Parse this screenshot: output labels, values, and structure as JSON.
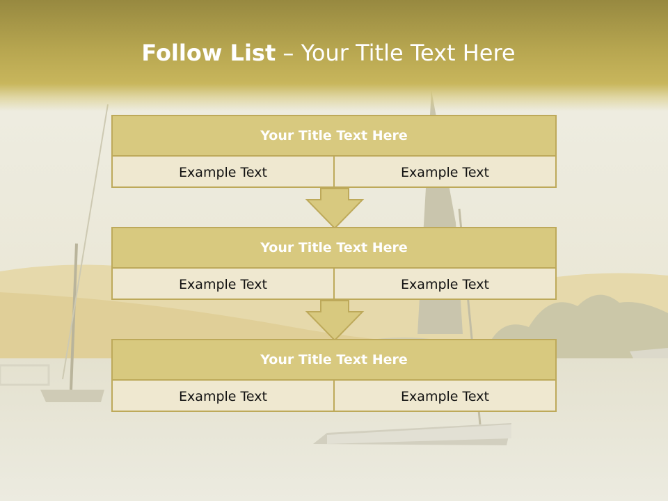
{
  "slide": {
    "title_bold": "Follow List",
    "title_rest": " – Your Title Text Here"
  },
  "steps": [
    {
      "title": "Your Title Text Here",
      "left": "Example Text",
      "right": "Example Text"
    },
    {
      "title": "Your Title Text Here",
      "left": "Example Text",
      "right": "Example Text"
    },
    {
      "title": "Your Title Text Here",
      "left": "Example Text",
      "right": "Example Text"
    }
  ],
  "colors": {
    "title_band": "#b7a650",
    "header_fill": "#d8c97f",
    "cell_fill": "#efe8d0",
    "border": "#bda95a",
    "arrow_fill": "#d8c97f"
  }
}
